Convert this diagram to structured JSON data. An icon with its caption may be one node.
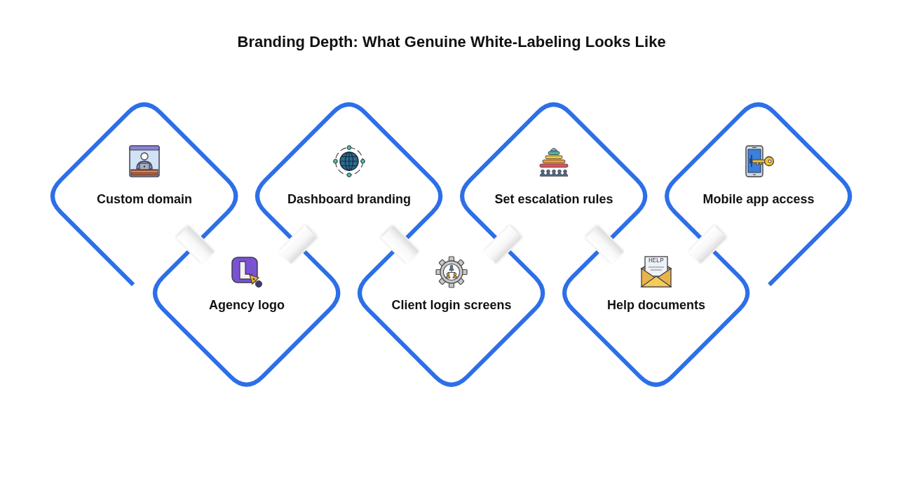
{
  "diagram": {
    "title": "Branding Depth: What Genuine White-Labeling Looks Like",
    "nodes": [
      {
        "text": [
          "Custom domain"
        ]
      },
      {
        "text": [
          "Agency logo"
        ]
      },
      {
        "text": [
          "Dashboard branding"
        ]
      },
      {
        "text": [
          "Client login screens"
        ]
      },
      {
        "text": [
          "Set escalation rules"
        ]
      },
      {
        "text": [
          "HELP",
          "Help documents"
        ]
      },
      {
        "text": [
          "Mobile app access"
        ]
      }
    ]
  }
}
